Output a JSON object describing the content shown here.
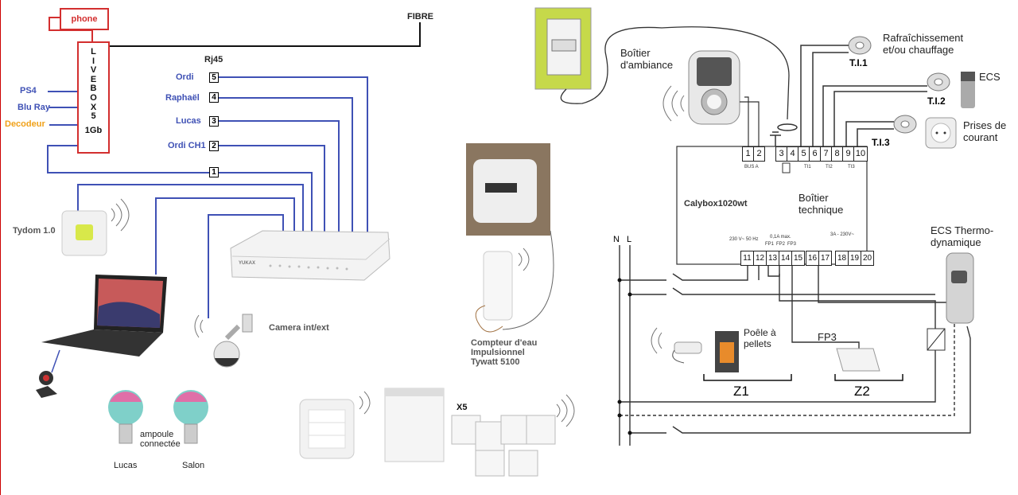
{
  "network": {
    "phone": "phone",
    "fibre": "FIBRE",
    "livebox_letters": [
      "L",
      "I",
      "V",
      "E",
      "B",
      "O",
      "X",
      "5"
    ],
    "livebox_speed": "1Gb",
    "left_devices": [
      {
        "label": "PS4",
        "color": "#3f51b5"
      },
      {
        "label": "Blu Ray",
        "color": "#3f51b5"
      },
      {
        "label": "Decodeur",
        "color": "#f0a11a"
      }
    ],
    "rj45_title": "Rj45",
    "ports": [
      {
        "num": "5",
        "label": "Ordi"
      },
      {
        "num": "4",
        "label": "Raphaël"
      },
      {
        "num": "3",
        "label": "Lucas"
      },
      {
        "num": "2",
        "label": "Ordi CH1"
      },
      {
        "num": "1",
        "label": ""
      }
    ],
    "tydom": "Tydom 1.0",
    "camera": "Camera int/ext",
    "bulb_caption": "ampoule\nconnectée",
    "bulbs": [
      "Lucas",
      "Salon"
    ],
    "water_meter": "Compteur d'eau\nImpulsionnel\nTywatt 5100",
    "module_count": "X5",
    "switch_brand": "YUKAX"
  },
  "electrical": {
    "ambiance_box": "Boîtier\nd'ambiance",
    "ti1": "T.I.1",
    "ti1_label": "Rafraîchissement\net/ou chauffage",
    "ti2": "T.I.2",
    "ti2_label": "ECS",
    "ti3": "T.I.3",
    "ti3_label": "Prises de\ncourant",
    "top_terminals": [
      "1",
      "2",
      "3",
      "4",
      "5",
      "6",
      "7",
      "8",
      "9",
      "10"
    ],
    "bus": "BUS A",
    "ti_sub": [
      "TI1",
      "TI2",
      "TI3"
    ],
    "model": "Calybox1020wt",
    "technical_box": "Boîtier\ntechnique",
    "bottom_terminals": [
      "11",
      "12",
      "13",
      "14",
      "15",
      "16",
      "17",
      "18",
      "19",
      "20"
    ],
    "supply": "230 V~ 50 Hz",
    "fp_rating": "0,1A max.",
    "fp_labels": [
      "FP1",
      "FP2",
      "FP3"
    ],
    "relay_rating": "3A - 230V~",
    "n_label": "N",
    "l_label": "L",
    "poele": "Poêle à\npellets",
    "fp3": "FP3",
    "z1": "Z1",
    "z2": "Z2",
    "ecs_thermo": "ECS Thermo-\ndynamique"
  },
  "colors": {
    "wire_blue": "#3f51b5",
    "livebox_red": "#d32f2f",
    "decoder_orange": "#f0a11a",
    "wire_black": "#111111"
  }
}
